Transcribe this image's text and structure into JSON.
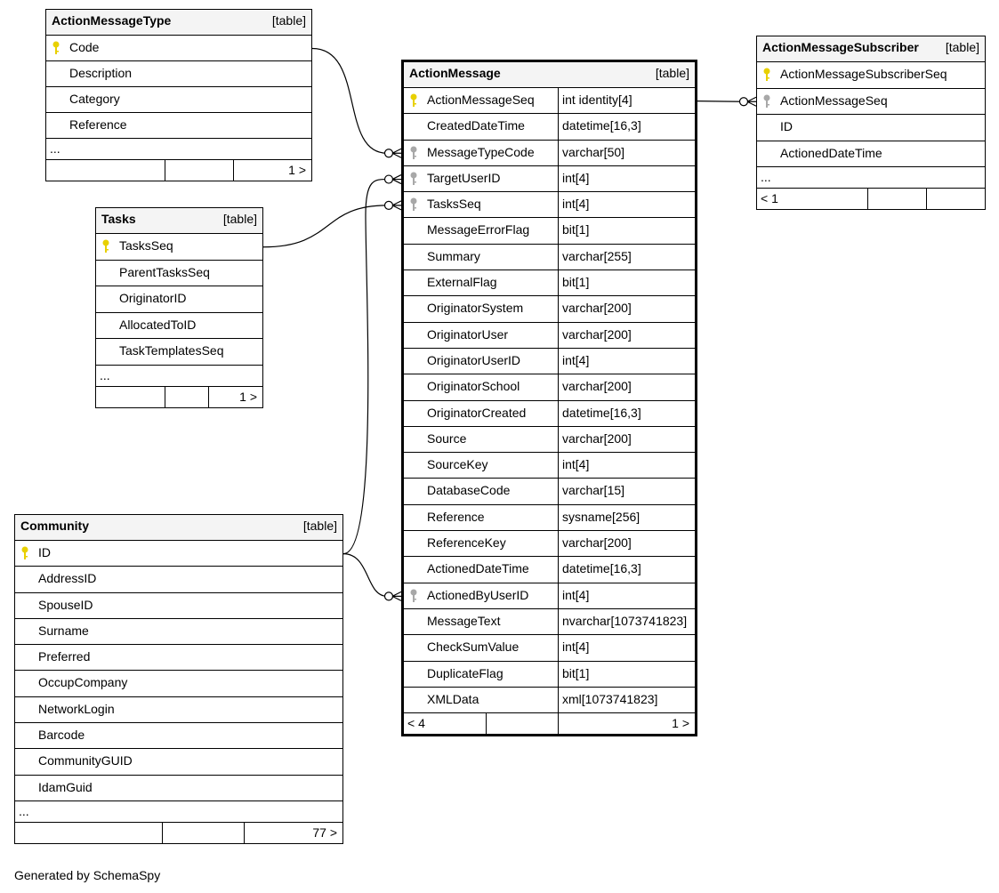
{
  "tables": [
    {
      "name": "ActionMessageType",
      "tag": "[table]",
      "columns": [
        {
          "name": "Code",
          "key": "pk"
        },
        {
          "name": "Description",
          "key": ""
        },
        {
          "name": "Category",
          "key": ""
        },
        {
          "name": "Reference",
          "key": ""
        }
      ],
      "more": "...",
      "footer": {
        "left": "",
        "right": "1 >"
      }
    },
    {
      "name": "Tasks",
      "tag": "[table]",
      "columns": [
        {
          "name": "TasksSeq",
          "key": "pk"
        },
        {
          "name": "ParentTasksSeq",
          "key": ""
        },
        {
          "name": "OriginatorID",
          "key": ""
        },
        {
          "name": "AllocatedToID",
          "key": ""
        },
        {
          "name": "TaskTemplatesSeq",
          "key": ""
        }
      ],
      "more": "...",
      "footer": {
        "left": "",
        "right": "1 >"
      }
    },
    {
      "name": "Community",
      "tag": "[table]",
      "columns": [
        {
          "name": "ID",
          "key": "pk"
        },
        {
          "name": "AddressID",
          "key": ""
        },
        {
          "name": "SpouseID",
          "key": ""
        },
        {
          "name": "Surname",
          "key": ""
        },
        {
          "name": "Preferred",
          "key": ""
        },
        {
          "name": "OccupCompany",
          "key": ""
        },
        {
          "name": "NetworkLogin",
          "key": ""
        },
        {
          "name": "Barcode",
          "key": ""
        },
        {
          "name": "CommunityGUID",
          "key": ""
        },
        {
          "name": "IdamGuid",
          "key": ""
        }
      ],
      "more": "...",
      "footer": {
        "left": "",
        "right": "77 >"
      }
    },
    {
      "name": "ActionMessage",
      "tag": "[table]",
      "columns": [
        {
          "name": "ActionMessageSeq",
          "key": "pk",
          "type": "int identity[4]"
        },
        {
          "name": "CreatedDateTime",
          "key": "",
          "type": "datetime[16,3]"
        },
        {
          "name": "MessageTypeCode",
          "key": "fk",
          "type": "varchar[50]"
        },
        {
          "name": "TargetUserID",
          "key": "fk",
          "type": "int[4]"
        },
        {
          "name": "TasksSeq",
          "key": "fk",
          "type": "int[4]"
        },
        {
          "name": "MessageErrorFlag",
          "key": "",
          "type": "bit[1]"
        },
        {
          "name": "Summary",
          "key": "",
          "type": "varchar[255]"
        },
        {
          "name": "ExternalFlag",
          "key": "",
          "type": "bit[1]"
        },
        {
          "name": "OriginatorSystem",
          "key": "",
          "type": "varchar[200]"
        },
        {
          "name": "OriginatorUser",
          "key": "",
          "type": "varchar[200]"
        },
        {
          "name": "OriginatorUserID",
          "key": "",
          "type": "int[4]"
        },
        {
          "name": "OriginatorSchool",
          "key": "",
          "type": "varchar[200]"
        },
        {
          "name": "OriginatorCreated",
          "key": "",
          "type": "datetime[16,3]"
        },
        {
          "name": "Source",
          "key": "",
          "type": "varchar[200]"
        },
        {
          "name": "SourceKey",
          "key": "",
          "type": "int[4]"
        },
        {
          "name": "DatabaseCode",
          "key": "",
          "type": "varchar[15]"
        },
        {
          "name": "Reference",
          "key": "",
          "type": "sysname[256]"
        },
        {
          "name": "ReferenceKey",
          "key": "",
          "type": "varchar[200]"
        },
        {
          "name": "ActionedDateTime",
          "key": "",
          "type": "datetime[16,3]"
        },
        {
          "name": "ActionedByUserID",
          "key": "fk",
          "type": "int[4]"
        },
        {
          "name": "MessageText",
          "key": "",
          "type": "nvarchar[1073741823]"
        },
        {
          "name": "CheckSumValue",
          "key": "",
          "type": "int[4]"
        },
        {
          "name": "DuplicateFlag",
          "key": "",
          "type": "bit[1]"
        },
        {
          "name": "XMLData",
          "key": "",
          "type": "xml[1073741823]"
        }
      ],
      "more": "",
      "footer": {
        "left": "< 4",
        "right": "1 >"
      }
    },
    {
      "name": "ActionMessageSubscriber",
      "tag": "[table]",
      "columns": [
        {
          "name": "ActionMessageSubscriberSeq",
          "key": "pk"
        },
        {
          "name": "ActionMessageSeq",
          "key": "fk"
        },
        {
          "name": "ID",
          "key": ""
        },
        {
          "name": "ActionedDateTime",
          "key": ""
        }
      ],
      "more": "...",
      "footer": {
        "left": "< 1",
        "right": ""
      }
    }
  ],
  "generated_by": "Generated by SchemaSpy",
  "colors": {
    "pk_key": "#e8d000",
    "fk_key": "#a8a8a8",
    "header_bg": "#f4f4f4"
  }
}
